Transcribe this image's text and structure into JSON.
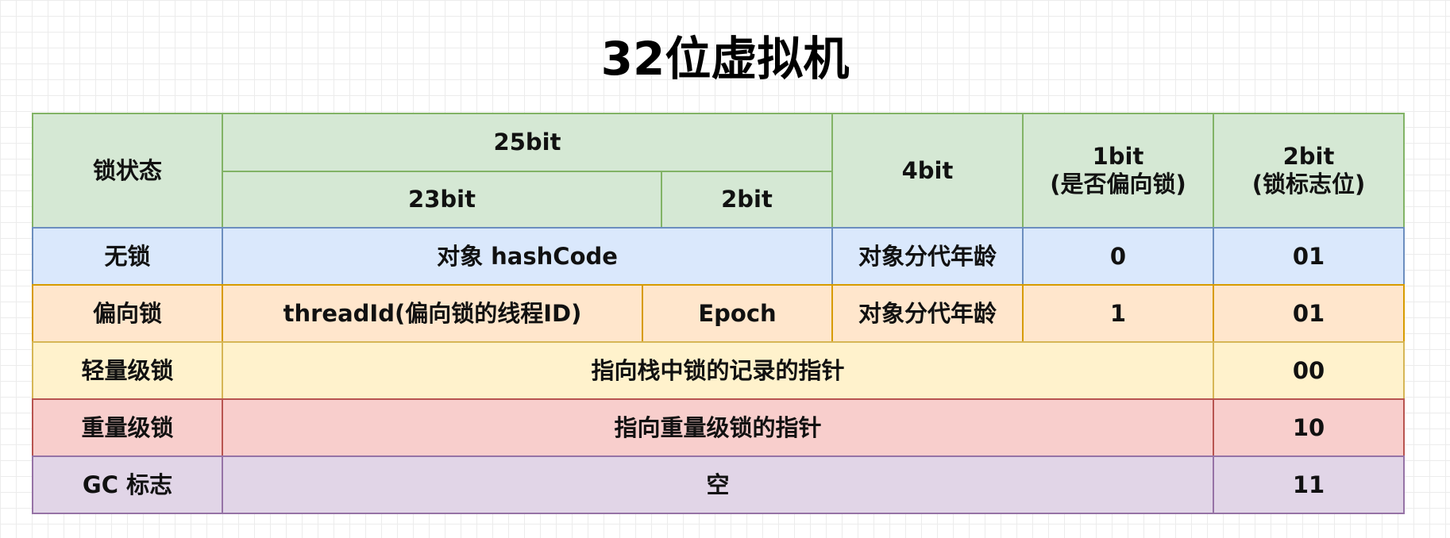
{
  "title": "32位虚拟机",
  "header": {
    "lock_state": "锁状态",
    "bits_25": "25bit",
    "bits_23": "23bit",
    "bits_2a": "2bit",
    "bits_4": "4bit",
    "bits_1_line1": "1bit",
    "bits_1_line2": "(是否偏向锁)",
    "bits_2_line1": "2bit",
    "bits_2_line2": "(锁标志位)"
  },
  "rows": {
    "no_lock": {
      "state": "无锁",
      "content": "对象 hashCode",
      "age": "对象分代年龄",
      "biased": "0",
      "flag": "01"
    },
    "biased_lock": {
      "state": "偏向锁",
      "thread": "threadId(偏向锁的线程ID)",
      "epoch": "Epoch",
      "age": "对象分代年龄",
      "biased": "1",
      "flag": "01"
    },
    "lightweight_lock": {
      "state": "轻量级锁",
      "content": "指向栈中锁的记录的指针",
      "flag": "00"
    },
    "heavyweight_lock": {
      "state": "重量级锁",
      "content": "指向重量级锁的指针",
      "flag": "10"
    },
    "gc_mark": {
      "state": "GC 标志",
      "content": "空",
      "flag": "11"
    }
  }
}
